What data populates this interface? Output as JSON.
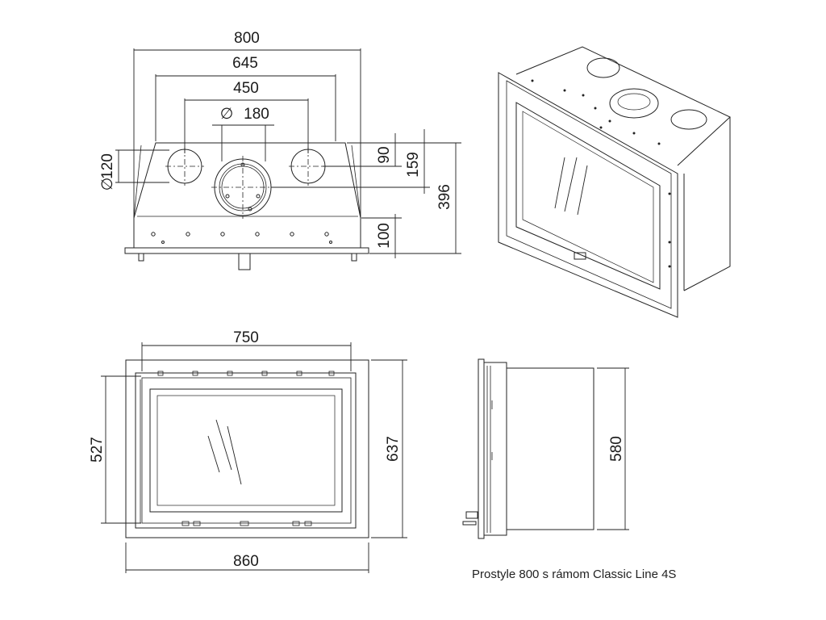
{
  "top_view": {
    "width_overall": "800",
    "outer_flue_spacing": "645",
    "inner_flue_spacing": "450",
    "central_flue_diameter": "180",
    "side_flue_diameter": "120",
    "flue_offset_small": "90",
    "flue_offset_large": "159",
    "overall_depth": "396",
    "base_height": "100",
    "diameter_symbol": "∅"
  },
  "front_view": {
    "inner_width": "750",
    "outer_width": "860",
    "inner_height": "527",
    "outer_height": "637"
  },
  "side_view": {
    "height": "580"
  },
  "caption": "Prostyle 800 s rámom Classic Line 4S"
}
